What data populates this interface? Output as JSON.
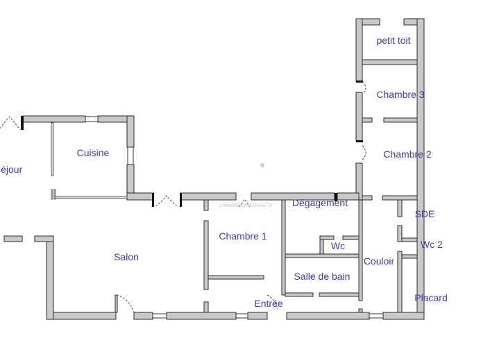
{
  "plan": {
    "rooms": {
      "petit_toit": "petit toit",
      "chambre3": "Chambre 3",
      "chambre2": "Chambre 2",
      "cuisine": "Cuisine",
      "sejour": "Séjour",
      "degagement": "Dégagement",
      "chambre1": "Chambre 1",
      "wc": "Wc",
      "sde": "SDE",
      "wc2": "Wc 2",
      "salon": "Salon",
      "couloir": "Couloir",
      "salle_de_bain": "Salle de bain",
      "entree": "Entrée",
      "placard": "Placard"
    },
    "watermark": "L'IMMOBILIER INTERACTIF",
    "colors": {
      "label": "#3a3da8",
      "wall": "#c9c9c9"
    }
  }
}
